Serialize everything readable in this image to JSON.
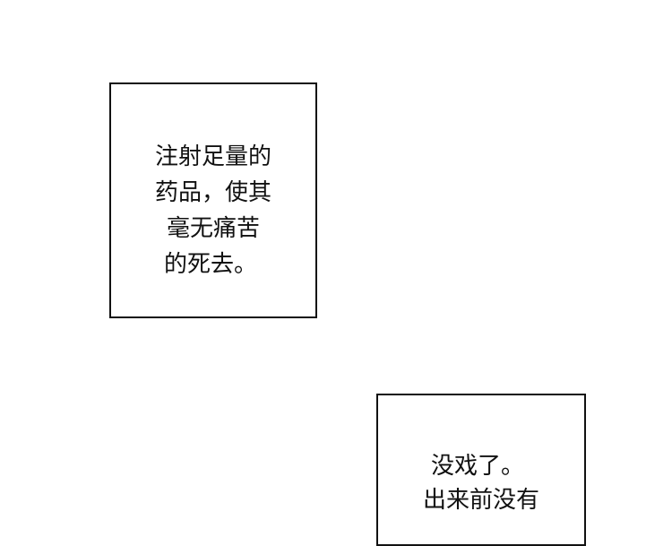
{
  "panels": [
    {
      "lines": [
        "注射足量的",
        "药品，使其",
        "毫无痛苦",
        "的死去。"
      ]
    },
    {
      "lines": [
        "没戏了。",
        "出来前没有"
      ]
    }
  ]
}
